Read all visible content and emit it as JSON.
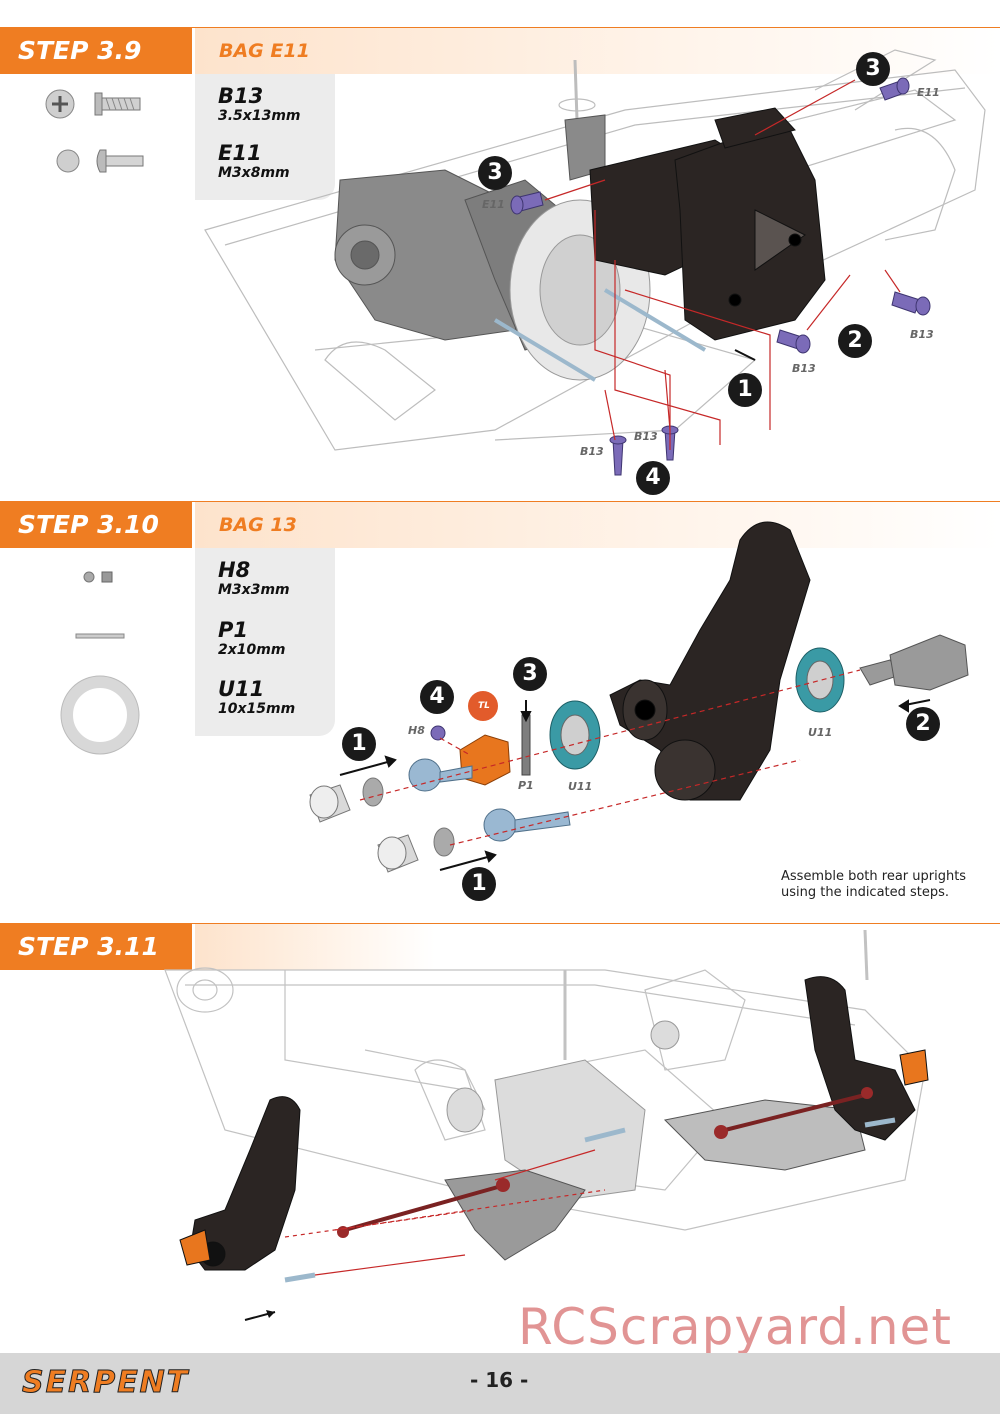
{
  "steps": [
    {
      "title": "STEP 3.9",
      "bag": "BAG E11",
      "parts": [
        {
          "code": "B13",
          "size": "3.5x13mm",
          "icon": "countersunk-screw-icon"
        },
        {
          "code": "E11",
          "size": "M3x8mm",
          "icon": "button-head-screw-icon"
        }
      ],
      "labels": {
        "e11_top": "E11",
        "e11_mid": "E11",
        "b13_right": "B13",
        "b13_mid": "B13",
        "b13_left": "B13",
        "b13_bottom": "B13"
      },
      "callouts": [
        "1",
        "2",
        "3",
        "3",
        "4"
      ]
    },
    {
      "title": "STEP 3.10",
      "bag": "BAG 13",
      "parts": [
        {
          "code": "H8",
          "size": "M3x3mm",
          "icon": "set-screw-icon"
        },
        {
          "code": "P1",
          "size": "2x10mm",
          "icon": "pin-icon"
        },
        {
          "code": "U11",
          "size": "10x15mm",
          "icon": "bearing-icon"
        }
      ],
      "labels": {
        "h8": "H8",
        "p1": "P1",
        "u11_left": "U11",
        "u11_right": "U11",
        "threadlock": "TL"
      },
      "callouts": [
        "1",
        "1",
        "2",
        "3",
        "4"
      ],
      "note": "Assemble both rear uprights using the indicated steps."
    },
    {
      "title": "STEP 3.11"
    }
  ],
  "footer": {
    "brand": "SERPENT",
    "page": "- 16 -"
  },
  "watermark": "RCScrapyard.net",
  "colors": {
    "accent": "#ef7d22",
    "screw": "#7b6bb8",
    "part": "#2b2523"
  }
}
